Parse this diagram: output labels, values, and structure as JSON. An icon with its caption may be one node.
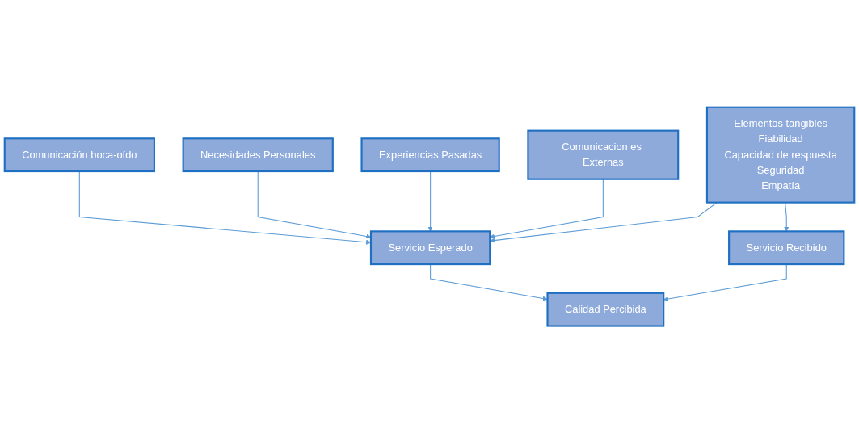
{
  "diagram": {
    "nodes": [
      {
        "text": [
          "Comunicación boca-oído"
        ]
      },
      {
        "text": [
          "Necesidades Personales"
        ]
      },
      {
        "text": [
          "Experiencias Pasadas"
        ]
      },
      {
        "text": [
          "Comunicacion es Externas"
        ]
      },
      {
        "text": [
          "Elementos tangibles",
          "Fiabilidad",
          "Capacidad de respuesta",
          "Seguridad",
          "Empatía"
        ]
      },
      {
        "text": [
          "Servicio Esperado"
        ]
      },
      {
        "text": [
          "Servicio Recibido"
        ]
      },
      {
        "text": [
          "Calidad Percibida"
        ]
      }
    ],
    "edges": [
      {
        "from": 0,
        "to": 5,
        "arrow": "to"
      },
      {
        "from": 1,
        "to": 5,
        "arrow": "to"
      },
      {
        "from": 2,
        "to": 5,
        "arrow": "to"
      },
      {
        "from": 3,
        "to": 5,
        "arrow": "to"
      },
      {
        "from": 4,
        "to": 5,
        "arrow": "to"
      },
      {
        "from": 4,
        "to": 6,
        "arrow": "to"
      },
      {
        "from": 5,
        "to": 7,
        "arrow": "to"
      },
      {
        "from": 6,
        "to": 7,
        "arrow": "to"
      }
    ]
  }
}
